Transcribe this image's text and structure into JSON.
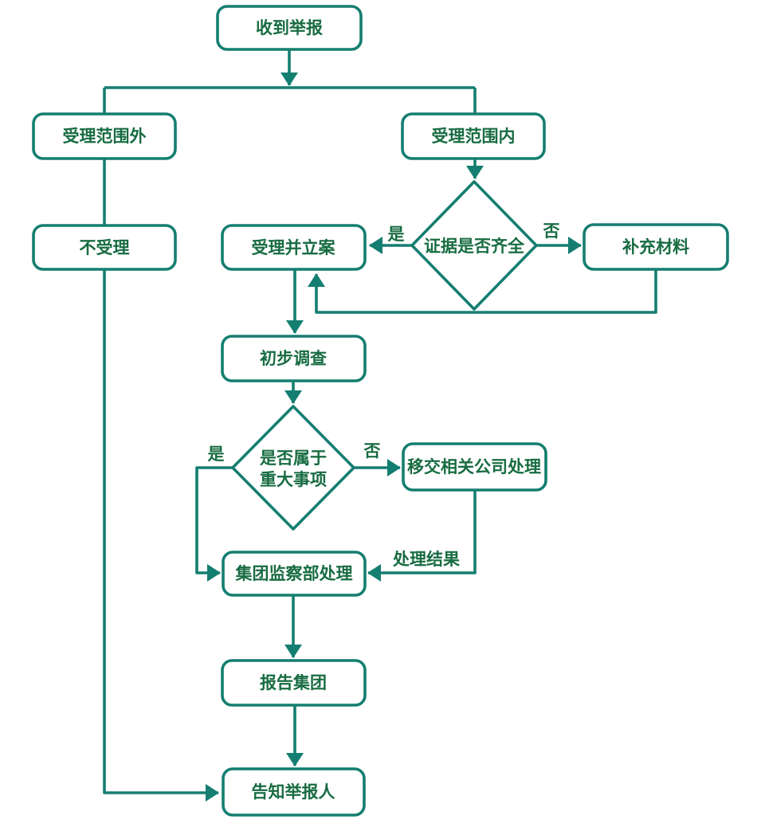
{
  "flowchart": {
    "background_color": "#FFFFFF",
    "line_color": "#147E70",
    "text_color": "#186C41",
    "nodes": {
      "receive": {
        "label": "收到举报"
      },
      "out_of_scope": {
        "label": "受理范围外"
      },
      "in_scope": {
        "label": "受理范围内"
      },
      "not_accepted": {
        "label": "不受理"
      },
      "accept_file": {
        "label": "受理并立案"
      },
      "supplement": {
        "label": "补充材料"
      },
      "preliminary": {
        "label": "初步调查"
      },
      "transfer": {
        "label": "移交相关公司处理"
      },
      "group_supervision": {
        "label": "集团监察部处理"
      },
      "report_group": {
        "label": "报告集团"
      },
      "inform_reporter": {
        "label": "告知举报人"
      }
    },
    "decisions": {
      "evidence_complete": {
        "label": "证据是否齐全"
      },
      "major_matter": {
        "label_line1": "是否属于",
        "label_line2": "重大事项"
      }
    },
    "edge_labels": {
      "evidence_yes": "是",
      "evidence_no": "否",
      "major_yes": "是",
      "major_no": "否",
      "transfer_result": "处理结果"
    }
  }
}
